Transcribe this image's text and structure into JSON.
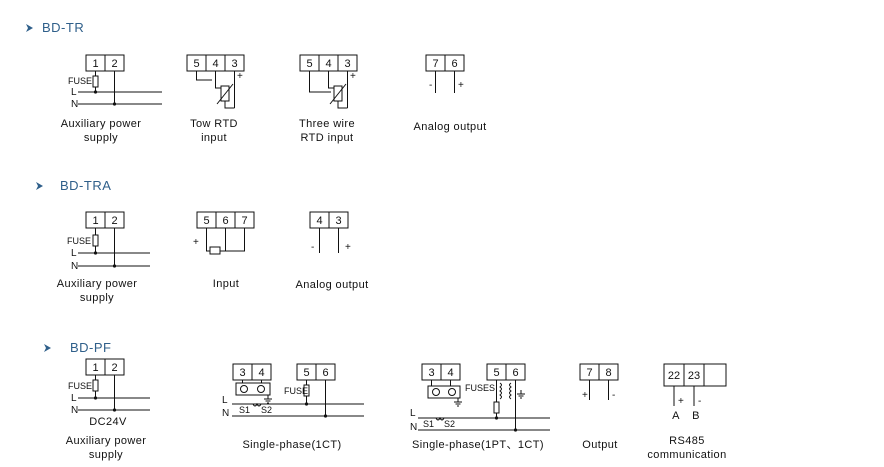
{
  "sections": {
    "tr": {
      "title": "BD-TR",
      "aux": {
        "terminals": [
          "1",
          "2"
        ],
        "fuse": "FUSE",
        "line": "L",
        "neutral": "N",
        "caption": [
          "Auxiliary power",
          "supply"
        ]
      },
      "tow_rtd": {
        "terminals": [
          "5",
          "4",
          "3"
        ],
        "plus": "+",
        "caption": [
          "Tow RTD",
          "input"
        ]
      },
      "three_wire": {
        "terminals": [
          "5",
          "4",
          "3"
        ],
        "plus": "+",
        "caption": [
          "Three wire",
          "RTD input"
        ]
      },
      "analog": {
        "terminals": [
          "7",
          "6"
        ],
        "minus": "-",
        "plus": "+",
        "caption": "Analog output"
      }
    },
    "tra": {
      "title": "BD-TRA",
      "aux": {
        "terminals": [
          "1",
          "2"
        ],
        "fuse": "FUSE",
        "line": "L",
        "neutral": "N",
        "caption": [
          "Auxiliary power",
          "supply"
        ]
      },
      "input": {
        "terminals": [
          "5",
          "6",
          "7"
        ],
        "plus": "+",
        "caption": "Input"
      },
      "analog": {
        "terminals": [
          "4",
          "3"
        ],
        "minus": "-",
        "plus": "+",
        "caption": "Analog output"
      }
    },
    "pf": {
      "title": "BD-PF",
      "aux": {
        "terminals": [
          "1",
          "2"
        ],
        "fuse": "FUSE",
        "line": "L",
        "neutral": "N",
        "supply": "DC24V",
        "caption": [
          "Auxiliary power",
          "supply"
        ]
      },
      "single_1ct": {
        "terminals_a": [
          "3",
          "4"
        ],
        "terminals_b": [
          "5",
          "6"
        ],
        "fuse": "FUSE",
        "line": "L",
        "neutral": "N",
        "s1": "S1",
        "s2": "S2",
        "caption": "Single-phase(1CT)"
      },
      "single_1pt": {
        "terminals_a": [
          "3",
          "4"
        ],
        "terminals_b": [
          "5",
          "6"
        ],
        "fuse": "FUSES",
        "line": "L",
        "neutral": "N",
        "s1": "S1",
        "s2": "S2",
        "caption": "Single-phase(1PT、1CT)"
      },
      "output": {
        "terminals": [
          "7",
          "8"
        ],
        "plus": "+",
        "minus": "-",
        "caption": "Output"
      },
      "rs485": {
        "terminals": [
          "22",
          "23",
          ""
        ],
        "plus": "+",
        "minus": "-",
        "a": "A",
        "b": "B",
        "caption": [
          "RS485",
          "communication"
        ]
      }
    }
  },
  "icons": {
    "bullet": "arrowhead-bullet-icon",
    "fuse": "fuse-icon",
    "rtd": "rtd-resistor-icon",
    "ct": "current-transformer-icon",
    "ground": "ground-icon"
  }
}
